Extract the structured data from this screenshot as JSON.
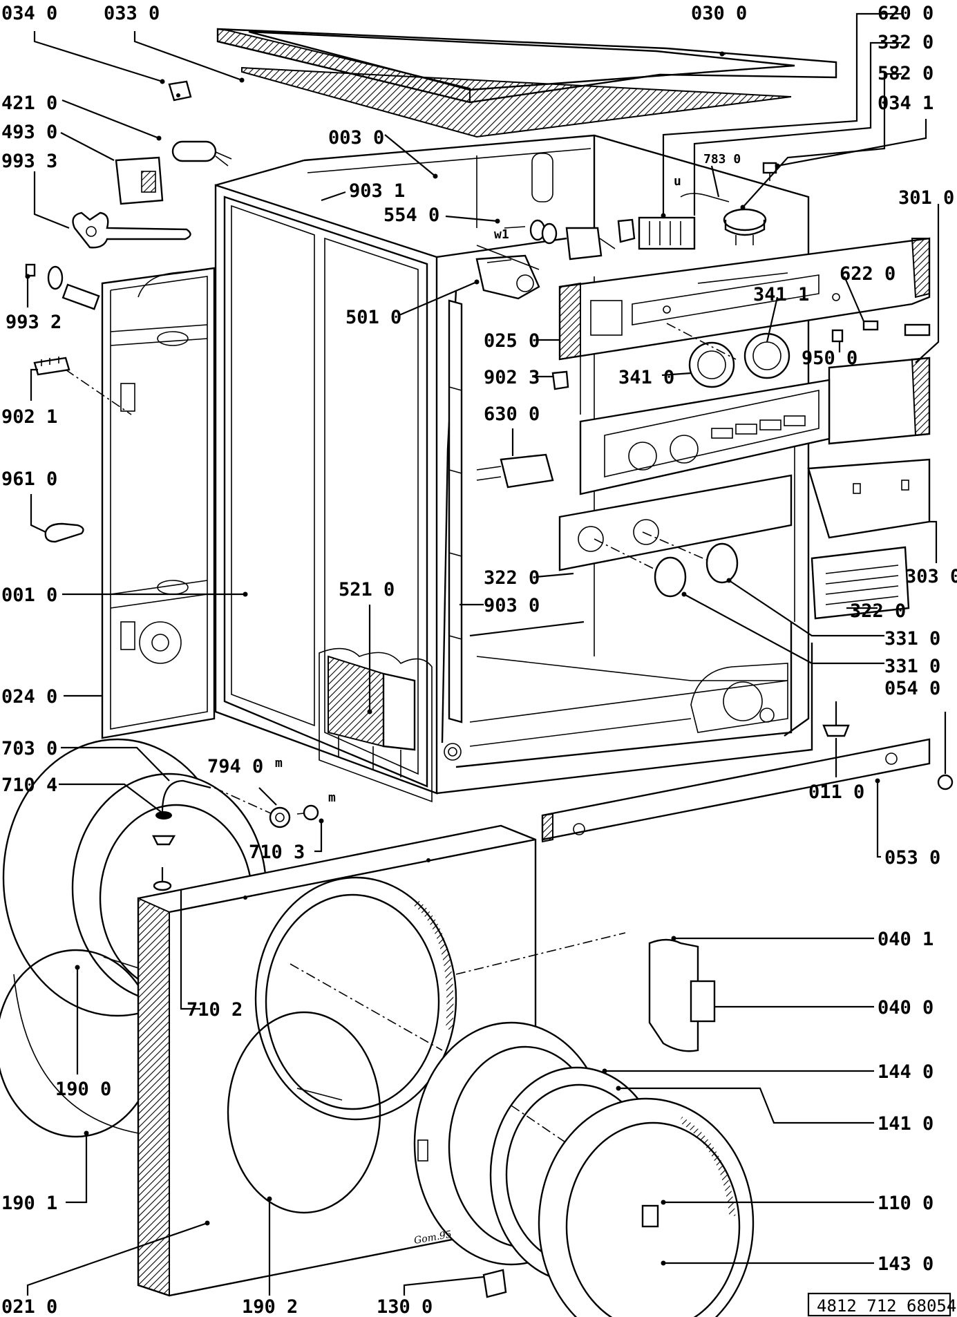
{
  "reference_code": "4812 712 68054",
  "signature": "Gom.95",
  "markers": {
    "m1": "m",
    "m2": "m",
    "u": "u",
    "w1": "w1"
  },
  "labels": {
    "p0340": "034 0",
    "p0330": "033 0",
    "p0300": "030 0",
    "p6200": "620 0",
    "p3320": "332 0",
    "p5820": "582 0",
    "p0341": "034 1",
    "p4210": "421 0",
    "p4930": "493 0",
    "p9933": "993 3",
    "p0030": "003 0",
    "p7830": "783 0",
    "p9031": "903 1",
    "p5540": "554 0",
    "p3010": "301 0",
    "p9932": "993 2",
    "p6220": "622 0",
    "p3411": "341 1",
    "p5010": "501 0",
    "p0250": "025 0",
    "p9500": "950 0",
    "p3410": "341 0",
    "p9023": "902 3",
    "p9021": "902 1",
    "p6300": "630 0",
    "p9610": "961 0",
    "p5210": "521 0",
    "p3220a": "322 0",
    "p3030": "303 0",
    "p0010": "001 0",
    "p9030": "903 0",
    "p3220b": "322 0",
    "p3310a": "331 0",
    "p3310b": "331 0",
    "p0240": "024 0",
    "p0540": "054 0",
    "p7030": "703 0",
    "p7940": "794 0",
    "p7104": "710 4",
    "p0110": "011 0",
    "p7103": "710 3",
    "p0530": "053 0",
    "p0401": "040 1",
    "p7102": "710 2",
    "p0400": "040 0",
    "p1900": "190 0",
    "p1440": "144 0",
    "p1410": "141 0",
    "p1901": "190 1",
    "p1100": "110 0",
    "p0210": "021 0",
    "p1902": "190 2",
    "p1300": "130 0",
    "p1430": "143 0"
  }
}
